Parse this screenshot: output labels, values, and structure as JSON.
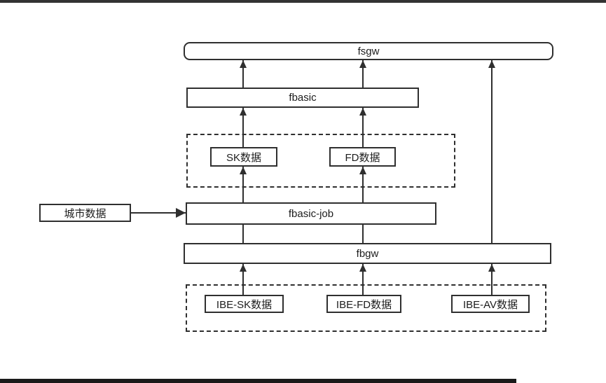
{
  "diagram": {
    "nodes": {
      "fsgw": {
        "label": "fsgw"
      },
      "fbasic": {
        "label": "fbasic"
      },
      "sk_data": {
        "label": "SK数据"
      },
      "fd_data": {
        "label": "FD数据"
      },
      "city_data": {
        "label": "城市数据"
      },
      "fbasic_job": {
        "label": "fbasic-job"
      },
      "fbgw": {
        "label": "fbgw"
      },
      "ibe_sk_data": {
        "label": "IBE-SK数据"
      },
      "ibe_fd_data": {
        "label": "IBE-FD数据"
      },
      "ibe_av_data": {
        "label": "IBE-AV数据"
      }
    },
    "edges": [
      {
        "from": "city_data",
        "to": "fbasic_job"
      },
      {
        "from": "fbgw",
        "to": "fbasic_job"
      },
      {
        "from": "fbgw",
        "to": "fsgw"
      },
      {
        "from": "fbasic_job",
        "to": "sk_data"
      },
      {
        "from": "fbasic_job",
        "to": "fd_data"
      },
      {
        "from": "sk_data",
        "to": "fbasic"
      },
      {
        "from": "fd_data",
        "to": "fbasic"
      },
      {
        "from": "fbasic",
        "to": "fsgw"
      },
      {
        "from": "ibe_sk_data",
        "to": "fbgw"
      },
      {
        "from": "ibe_fd_data",
        "to": "fbgw"
      },
      {
        "from": "ibe_av_data",
        "to": "fbgw"
      }
    ],
    "colors": {
      "line": "#2f2f2f",
      "background": "#ffffff",
      "letterbox": "#333333"
    }
  }
}
